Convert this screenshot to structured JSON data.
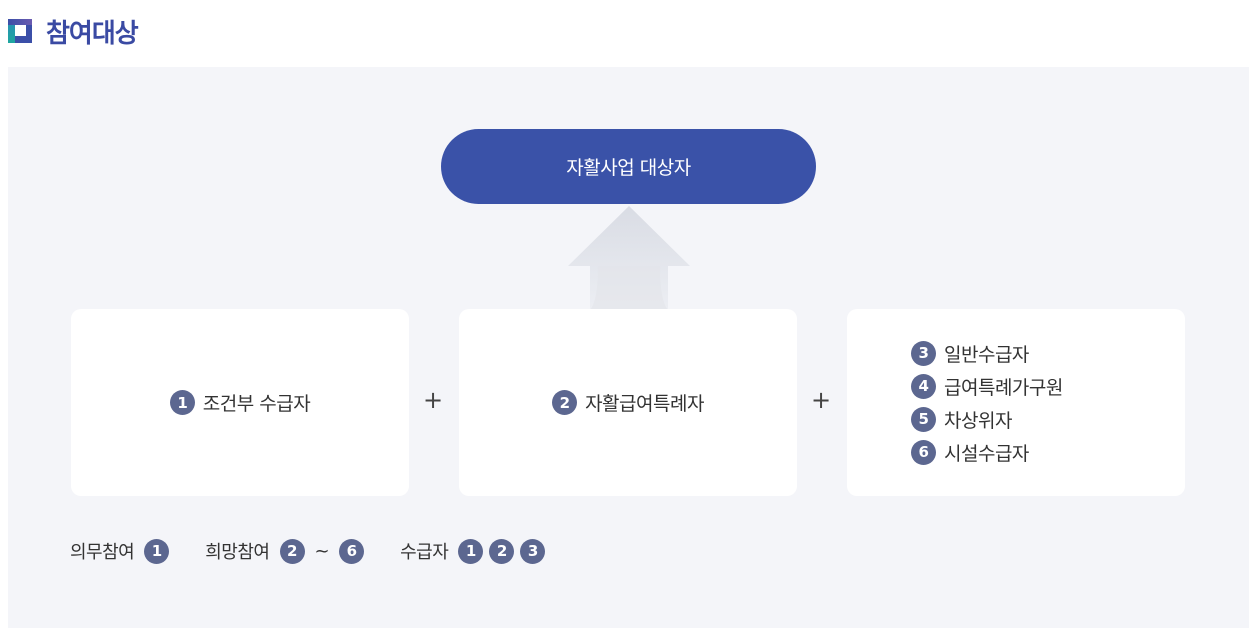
{
  "header": {
    "title": "참여대상",
    "icon": "square-frame-icon"
  },
  "diagram": {
    "top_label": "자활사업 대상자",
    "colors": {
      "pill": "#3a52a8",
      "badge": "#5c6790",
      "panel": "#f4f5f9",
      "title": "#3a4aa3"
    },
    "cards": [
      {
        "items": [
          {
            "num": "1",
            "label": "조건부 수급자"
          }
        ]
      },
      {
        "items": [
          {
            "num": "2",
            "label": "자활급여특례자"
          }
        ]
      },
      {
        "items": [
          {
            "num": "3",
            "label": "일반수급자"
          },
          {
            "num": "4",
            "label": "급여특례가구원"
          },
          {
            "num": "5",
            "label": "차상위자"
          },
          {
            "num": "6",
            "label": "시설수급자"
          }
        ]
      }
    ],
    "plus_sign": "+"
  },
  "legend": {
    "mandatory": {
      "label": "의무참여",
      "badges": [
        "1"
      ]
    },
    "voluntary": {
      "label": "희망참여",
      "from": "2",
      "tilde": "~",
      "to": "6"
    },
    "recipient": {
      "label": "수급자",
      "badges": [
        "1",
        "2",
        "3"
      ]
    }
  }
}
